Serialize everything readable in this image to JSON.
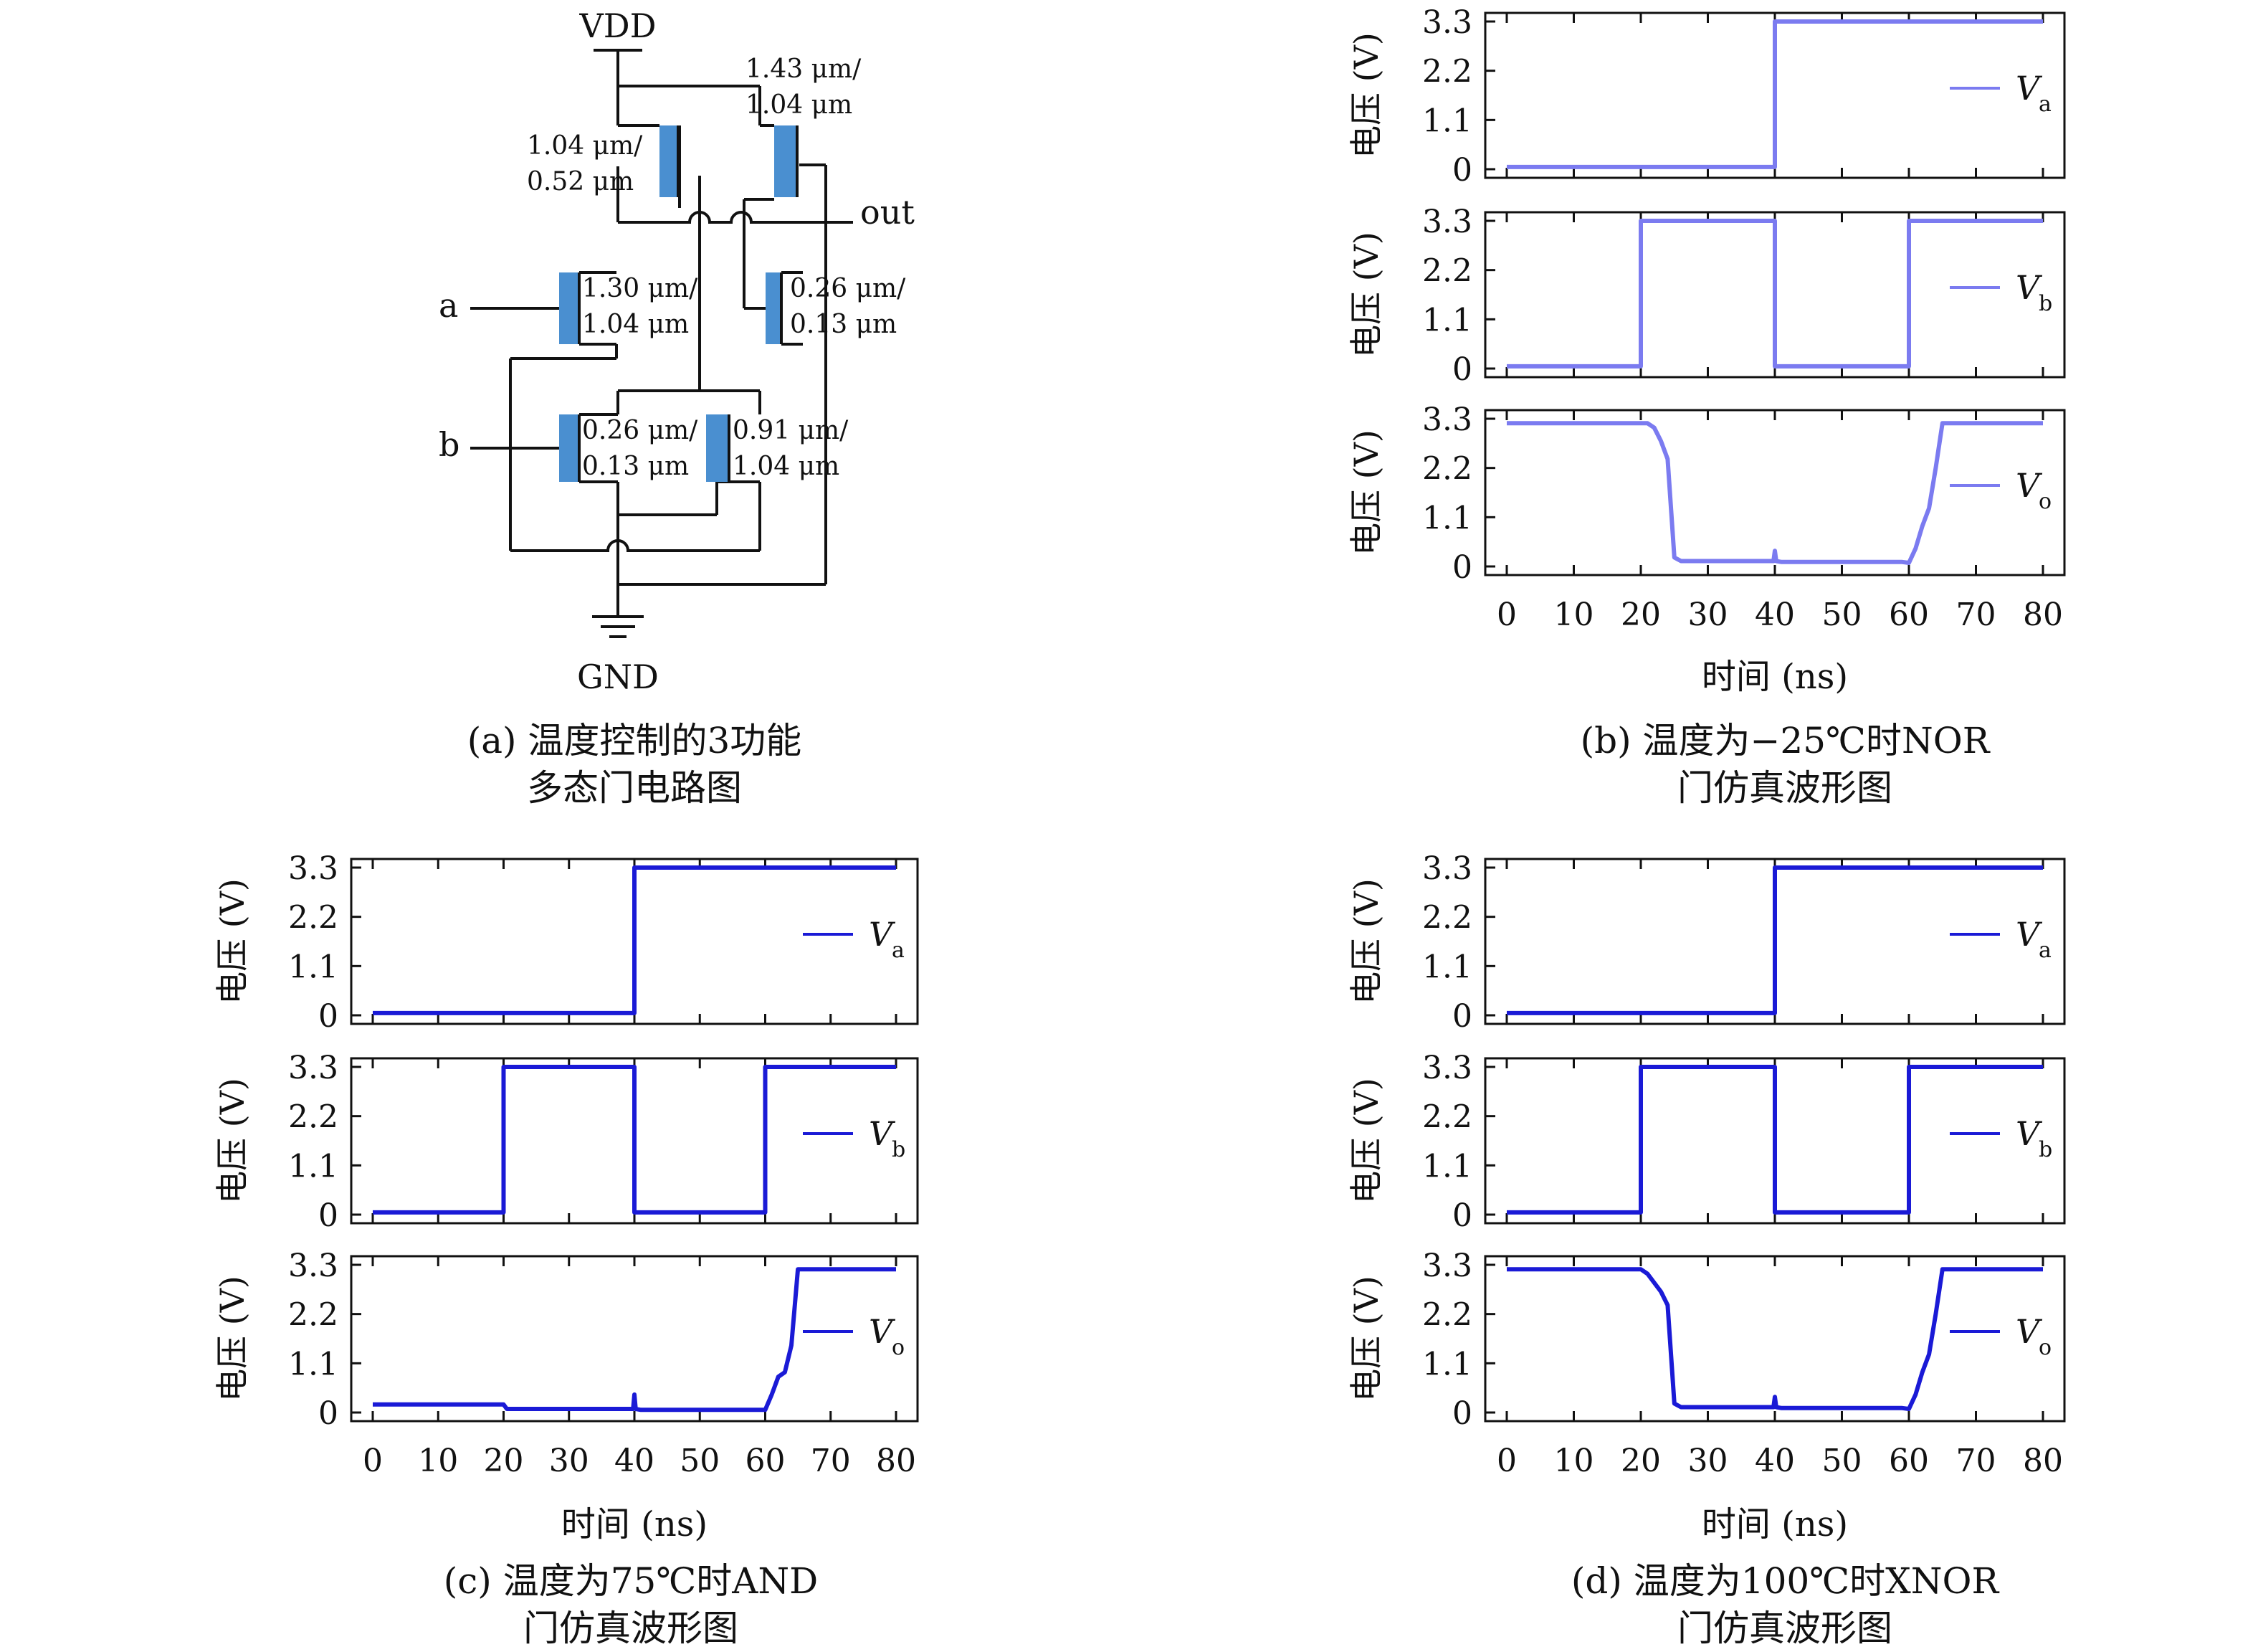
{
  "figure_a": {
    "caption_line1": "(a) 温度控制的3功能",
    "caption_line2": "多态门电路图",
    "labels": {
      "vdd": "VDD",
      "gnd": "GND",
      "out": "out",
      "in_a": "a",
      "in_b": "b"
    },
    "transistors": [
      {
        "top": "1.04 μm/",
        "bottom": "0.52 μm"
      },
      {
        "top": "1.43 μm/",
        "bottom": "1.04 μm"
      },
      {
        "top": "1.30 μm/",
        "bottom": "1.04 μm"
      },
      {
        "top": "0.26 μm/",
        "bottom": "0.13 μm"
      },
      {
        "top": "0.26 μm/",
        "bottom": "0.13 μm"
      },
      {
        "top": "0.91 μm/",
        "bottom": "1.04 μm"
      }
    ],
    "transistor_color": "#4a8fd0"
  },
  "captions": {
    "b_line1": "(b) 温度为−25℃时NOR",
    "b_line2": "门仿真波形图",
    "c_line1": "(c) 温度为75℃时AND",
    "c_line2": "门仿真波形图",
    "d_line1": "(d) 温度为100℃时XNOR",
    "d_line2": "门仿真波形图"
  },
  "chart_data": [
    {
      "type": "line",
      "id": "b",
      "xlabel": "时间 (ns)",
      "ylabel": "电压 (V)",
      "xlim": [
        0,
        80
      ],
      "ylim": [
        0,
        3.3
      ],
      "xticks": [
        0,
        10,
        20,
        30,
        40,
        50,
        60,
        70,
        80
      ],
      "yticks": [
        "0",
        "1.1",
        "2.2",
        "3.3"
      ],
      "line_color": "#7b7bf0",
      "subplots": [
        {
          "legend": "V",
          "legend_sub": "a",
          "x": [
            0,
            40,
            40,
            80
          ],
          "y": [
            0.05,
            0.05,
            3.3,
            3.3
          ]
        },
        {
          "legend": "V",
          "legend_sub": "b",
          "x": [
            0,
            20,
            20,
            40,
            40,
            60,
            60,
            80
          ],
          "y": [
            0.05,
            0.05,
            3.3,
            3.3,
            0.05,
            0.05,
            3.3,
            3.3
          ]
        },
        {
          "legend": "V",
          "legend_sub": "o",
          "x": [
            0,
            20,
            21,
            22,
            23,
            24,
            25,
            26,
            39.8,
            40,
            40.2,
            41,
            59,
            60,
            61,
            62,
            63,
            64,
            65,
            80
          ],
          "y": [
            3.2,
            3.2,
            3.2,
            3.1,
            2.8,
            2.4,
            0.2,
            0.12,
            0.12,
            0.35,
            0.12,
            0.1,
            0.1,
            0.08,
            0.4,
            0.9,
            1.3,
            2.2,
            3.2,
            3.2
          ]
        }
      ]
    },
    {
      "type": "line",
      "id": "c",
      "xlabel": "时间 (ns)",
      "ylabel": "电压 (V)",
      "xlim": [
        0,
        80
      ],
      "ylim": [
        0,
        3.3
      ],
      "xticks": [
        0,
        10,
        20,
        30,
        40,
        50,
        60,
        70,
        80
      ],
      "yticks": [
        "0",
        "1.1",
        "2.2",
        "3.3"
      ],
      "line_color": "#1a1ad6",
      "subplots": [
        {
          "legend": "V",
          "legend_sub": "a",
          "x": [
            0,
            40,
            40,
            80
          ],
          "y": [
            0.05,
            0.05,
            3.3,
            3.3
          ]
        },
        {
          "legend": "V",
          "legend_sub": "b",
          "x": [
            0,
            20,
            20,
            40,
            40,
            60,
            60,
            80
          ],
          "y": [
            0.05,
            0.05,
            3.3,
            3.3,
            0.05,
            0.05,
            3.3,
            3.3
          ]
        },
        {
          "legend": "V",
          "legend_sub": "o",
          "x": [
            0,
            20,
            20.5,
            39.8,
            40,
            40.2,
            41,
            59,
            60,
            61,
            62,
            63,
            64,
            65,
            80
          ],
          "y": [
            0.18,
            0.18,
            0.08,
            0.08,
            0.4,
            0.08,
            0.06,
            0.06,
            0.06,
            0.4,
            0.8,
            0.9,
            1.5,
            3.2,
            3.2
          ]
        }
      ]
    },
    {
      "type": "line",
      "id": "d",
      "xlabel": "时间 (ns)",
      "ylabel": "电压 (V)",
      "xlim": [
        0,
        80
      ],
      "ylim": [
        0,
        3.3
      ],
      "xticks": [
        0,
        10,
        20,
        30,
        40,
        50,
        60,
        70,
        80
      ],
      "yticks": [
        "0",
        "1.1",
        "2.2",
        "3.3"
      ],
      "line_color": "#1a1ad6",
      "subplots": [
        {
          "legend": "V",
          "legend_sub": "a",
          "x": [
            0,
            40,
            40,
            80
          ],
          "y": [
            0.05,
            0.05,
            3.3,
            3.3
          ]
        },
        {
          "legend": "V",
          "legend_sub": "b",
          "x": [
            0,
            20,
            20,
            40,
            40,
            60,
            60,
            80
          ],
          "y": [
            0.05,
            0.05,
            3.3,
            3.3,
            0.05,
            0.05,
            3.3,
            3.3
          ]
        },
        {
          "legend": "V",
          "legend_sub": "o",
          "x": [
            0,
            20,
            21,
            22,
            23,
            24,
            25,
            26,
            39.8,
            40,
            40.2,
            41,
            59,
            60,
            61,
            62,
            63,
            64,
            65,
            80
          ],
          "y": [
            3.2,
            3.2,
            3.1,
            2.9,
            2.7,
            2.4,
            0.2,
            0.12,
            0.12,
            0.35,
            0.12,
            0.1,
            0.1,
            0.08,
            0.4,
            0.9,
            1.3,
            2.2,
            3.2,
            3.2
          ]
        }
      ]
    }
  ]
}
